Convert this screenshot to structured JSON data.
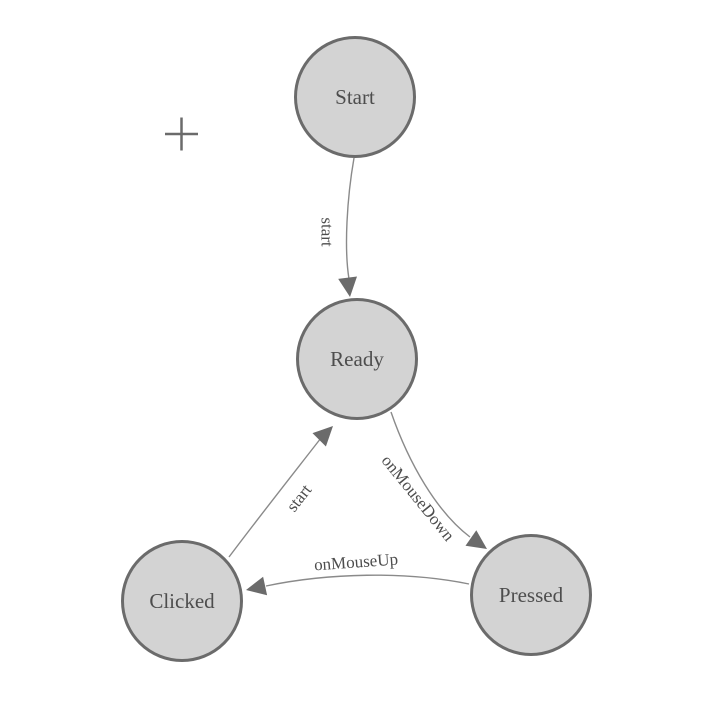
{
  "canvas": {
    "origin_marker_icon": "plus-icon",
    "background": "#ffffff"
  },
  "colors": {
    "background": "#ffffff",
    "node_fill": "#d3d3d3",
    "node_stroke": "#6b6b6b",
    "edge_stroke": "#8a8a8a",
    "arrow_fill": "#6b6b6b",
    "label_text": "#4d4d4d"
  },
  "nodes": [
    {
      "id": "start",
      "label": "Start"
    },
    {
      "id": "ready",
      "label": "Ready"
    },
    {
      "id": "clicked",
      "label": "Clicked"
    },
    {
      "id": "pressed",
      "label": "Pressed"
    }
  ],
  "edges": [
    {
      "from": "start",
      "to": "ready",
      "label": "start"
    },
    {
      "from": "ready",
      "to": "pressed",
      "label": "onMouseDown"
    },
    {
      "from": "pressed",
      "to": "clicked",
      "label": "onMouseUp"
    },
    {
      "from": "clicked",
      "to": "ready",
      "label": "start"
    }
  ]
}
